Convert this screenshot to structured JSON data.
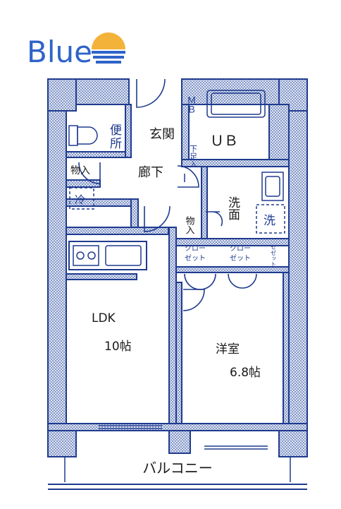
{
  "brand": {
    "name": "Blue",
    "color": "#2f63c8"
  },
  "colors": {
    "plan": "#1f3b8f",
    "room_text": "#1a1a1a",
    "logo_sun": "#f3b23a"
  },
  "rooms": {
    "toilet": "便所",
    "entrance": "玄関",
    "shoebox": "下足入",
    "bath": "ＵＢ",
    "mb": "ＭＢ",
    "storage1": "物入",
    "hallway": "廊下",
    "fridge": "冷",
    "washroom": "洗面",
    "washer": "洗",
    "storage2": "物入",
    "closet1": "クローゼット",
    "closet2": "クローゼット",
    "storage_side": "セゼット",
    "ldk_name": "LDK",
    "ldk_size": "10帖",
    "western_name": "洋室",
    "western_size": "6.8帖",
    "balcony": "バルコニー"
  }
}
